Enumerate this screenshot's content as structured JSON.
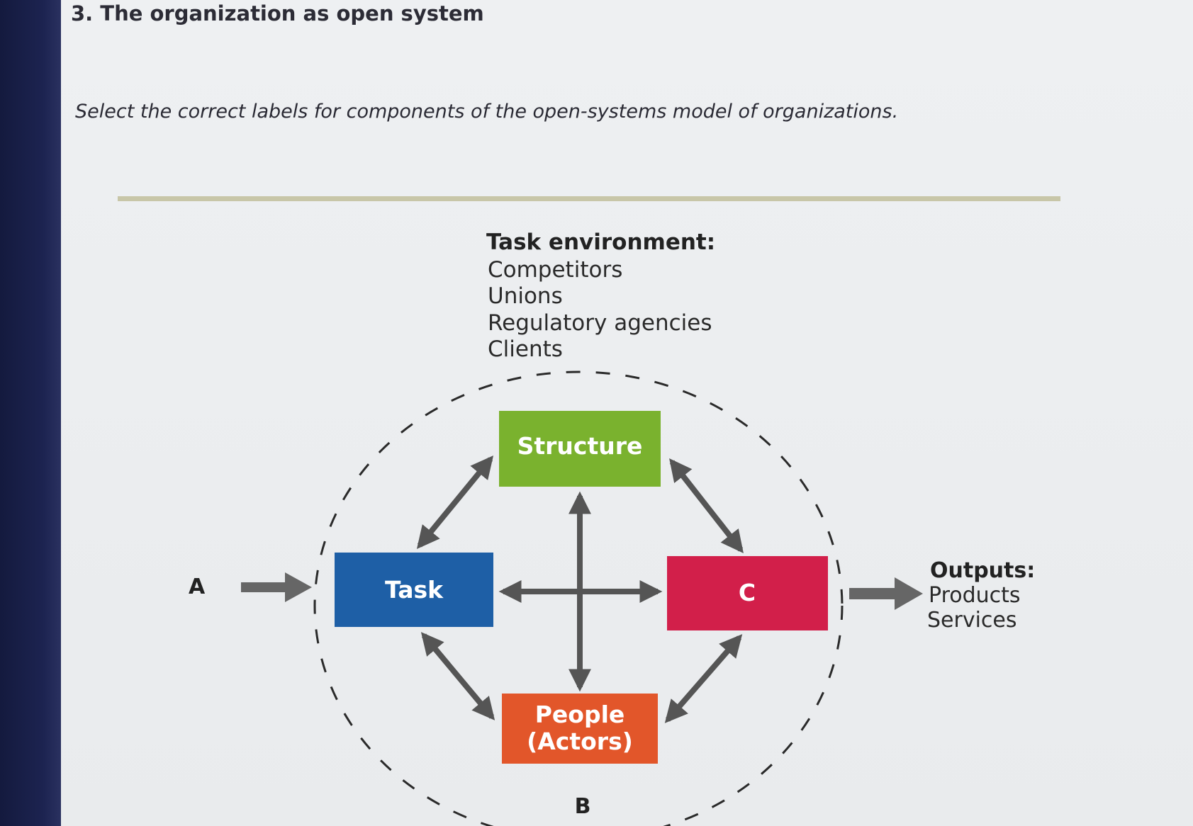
{
  "question": {
    "heading": "3. The organization as open system",
    "instruction": "Select the correct labels for components of the open-systems model of organizations."
  },
  "diagram": {
    "task_environment": {
      "heading": "Task environment:",
      "items": [
        "Competitors",
        "Unions",
        "Regulatory agencies",
        "Clients"
      ]
    },
    "boxes": {
      "structure": {
        "label": "Structure",
        "color": "#7ab22e"
      },
      "task": {
        "label": "Task",
        "color": "#1e5fa6"
      },
      "c": {
        "label": "C",
        "color": "#d21f4a"
      },
      "people": {
        "label_line1": "People",
        "label_line2": "(Actors)",
        "color": "#e2562a"
      }
    },
    "slot_labels": {
      "a": "A",
      "b": "B"
    },
    "outputs": {
      "heading": "Outputs:",
      "items": [
        "Products",
        "Services"
      ]
    }
  }
}
